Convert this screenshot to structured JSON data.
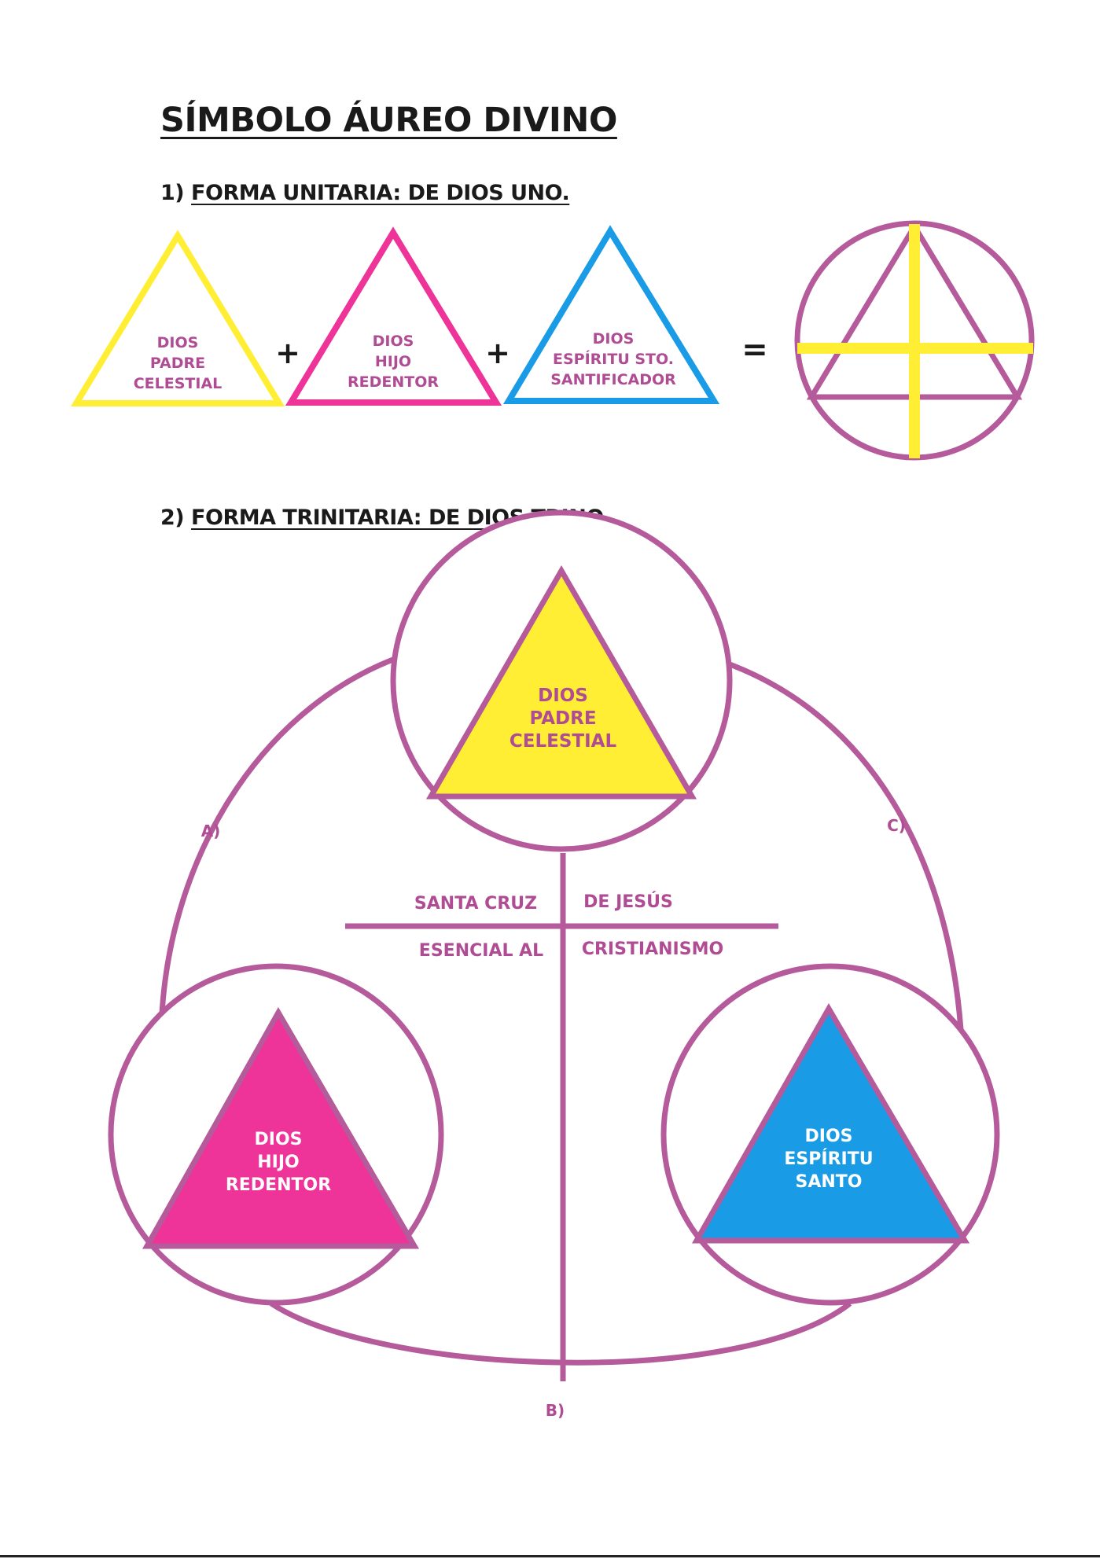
{
  "title": "SÍMBOLO ÁUREO DIVINO",
  "section1": {
    "number": "1)",
    "label": "FORMA UNITARIA: DE DIOS UNO."
  },
  "section2": {
    "number": "2)",
    "label": "FORMA TRINITARIA: DE DIOS TRINO."
  },
  "colors": {
    "yellow": "#ffee33",
    "magenta": "#ee3399",
    "blue": "#1a9be6",
    "purple": "#b55a9a",
    "text_purple": "#b04c94",
    "dark": "#1a1a1a"
  },
  "unitary": {
    "triangles": [
      {
        "lines": [
          "DIOS",
          "PADRE",
          "CELESTIAL"
        ],
        "color": "yellow"
      },
      {
        "lines": [
          "DIOS",
          "HIJO",
          "REDENTOR"
        ],
        "color": "magenta"
      },
      {
        "lines": [
          "DIOS",
          "ESPÍRITU STO.",
          "SANTIFICADOR"
        ],
        "color": "blue"
      }
    ],
    "plus": "+",
    "equals": "="
  },
  "trinitary": {
    "top": {
      "lines": [
        "DIOS",
        "PADRE",
        "CELESTIAL"
      ],
      "color": "yellow"
    },
    "left": {
      "lines": [
        "DIOS",
        "HIJO",
        "REDENTOR"
      ],
      "color": "magenta"
    },
    "right": {
      "lines": [
        "DIOS",
        "ESPÍRITU",
        "SANTO"
      ],
      "color": "blue"
    },
    "cross": {
      "top_left": "SANTA CRUZ",
      "top_right": "DE JESÚS",
      "bottom_left": "ESENCIAL AL",
      "bottom_right": "CRISTIANISMO"
    },
    "labels": {
      "a": "A)",
      "b": "B)",
      "c": "C)"
    }
  }
}
